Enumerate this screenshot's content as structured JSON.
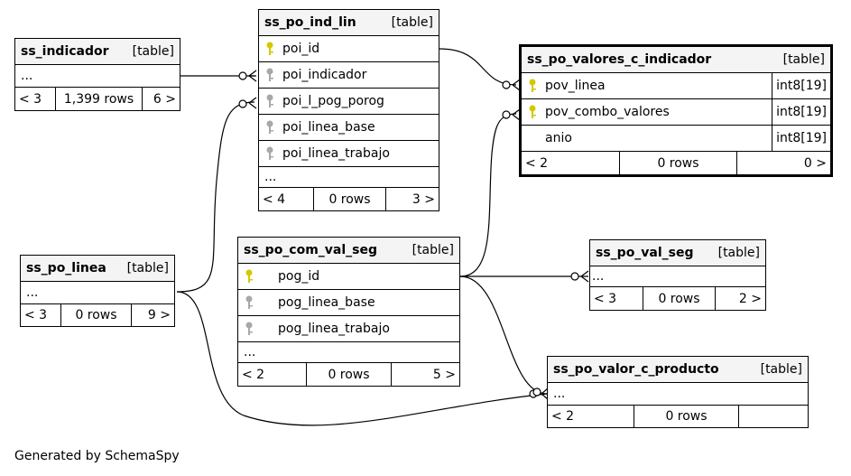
{
  "diagram": {
    "tables": {
      "ss_indicador": {
        "name": "ss_indicador",
        "type": "[table]",
        "columns": [],
        "ellipsis": "...",
        "footer": {
          "left": "< 3",
          "mid": "1,399 rows",
          "right": "6 >"
        }
      },
      "ss_po_ind_lin": {
        "name": "ss_po_ind_lin",
        "type": "[table]",
        "columns": [
          {
            "name": "poi_id",
            "key": "primary"
          },
          {
            "name": "poi_indicador",
            "key": "foreign"
          },
          {
            "name": "poi_l_pog_porog",
            "key": "foreign"
          },
          {
            "name": "poi_linea_base",
            "key": "foreign"
          },
          {
            "name": "poi_linea_trabajo",
            "key": "foreign"
          }
        ],
        "ellipsis": "...",
        "footer": {
          "left": "< 4",
          "mid": "0 rows",
          "right": "3 >"
        }
      },
      "ss_po_valores_c_indicador": {
        "name": "ss_po_valores_c_indicador",
        "type": "[table]",
        "columns": [
          {
            "name": "pov_linea",
            "key": "primary",
            "type": "int8[19]"
          },
          {
            "name": "pov_combo_valores",
            "key": "primary",
            "type": "int8[19]"
          },
          {
            "name": "anio",
            "key": "none",
            "type": "int8[19]"
          }
        ],
        "footer": {
          "left": "< 2",
          "mid": "0 rows",
          "right": "0 >"
        }
      },
      "ss_po_linea": {
        "name": "ss_po_linea",
        "type": "[table]",
        "ellipsis": "...",
        "footer": {
          "left": "< 3",
          "mid": "0 rows",
          "right": "9 >"
        }
      },
      "ss_po_com_val_seg": {
        "name": "ss_po_com_val_seg",
        "type": "[table]",
        "columns": [
          {
            "name": "pog_id",
            "key": "primary"
          },
          {
            "name": "pog_linea_base",
            "key": "foreign"
          },
          {
            "name": "pog_linea_trabajo",
            "key": "foreign"
          }
        ],
        "ellipsis": "...",
        "footer": {
          "left": "< 2",
          "mid": "0 rows",
          "right": "5 >"
        }
      },
      "ss_po_val_seg": {
        "name": "ss_po_val_seg",
        "type": "[table]",
        "ellipsis": "...",
        "footer": {
          "left": "< 3",
          "mid": "0 rows",
          "right": "2 >"
        }
      },
      "ss_po_valor_c_producto": {
        "name": "ss_po_valor_c_producto",
        "type": "[table]",
        "ellipsis": "...",
        "footer": {
          "left": "< 2",
          "mid": "0 rows",
          "right": ""
        }
      }
    },
    "generated_by": "Generated by SchemaSpy",
    "colors": {
      "primary_key": "#d4c800",
      "foreign_key": "#a8a8a8",
      "header_bg": "#f4f4f4",
      "line": "#000000"
    },
    "icons": {
      "primary_key": "key-icon",
      "foreign_key": "key-icon"
    }
  }
}
